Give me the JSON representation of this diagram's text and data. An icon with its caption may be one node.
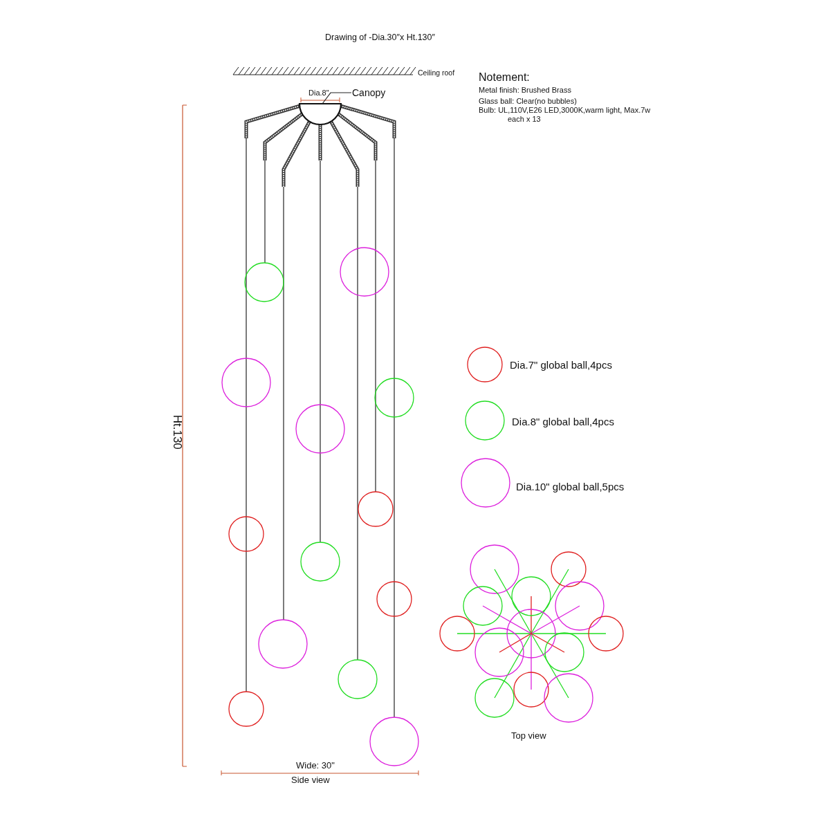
{
  "diagram": {
    "nodes": [
      {
        "text": [
          "Canopy"
        ]
      },
      {
        "text": [],
        "shape": "dome"
      }
    ],
    "edges": [
      {
        "from": 0,
        "to": 1,
        "arrow": "none"
      }
    ],
    "labels": [
      "Drawing of -Dia.30″x Ht.130″",
      "Ceiling roof",
      "Notement:",
      "Metal finish: Brushed Brass",
      "Glass ball: Clear(no bubbles)",
      "Bulb: UL,110V,E26 LED,3000K,warm light, Max.7w each x 13",
      "Dia.8\"",
      "Ht.130",
      "Wide: 30\"",
      "Side view",
      "Top view"
    ],
    "legend": [
      {
        "text": "Dia.7\" global ball,4pcs"
      },
      {
        "text": "Dia.8\" global ball,4pcs"
      },
      {
        "text": "Dia.10\" global ball,5pcs"
      }
    ]
  }
}
